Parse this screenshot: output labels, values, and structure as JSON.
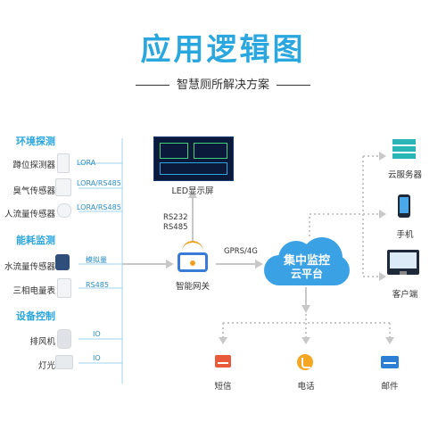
{
  "title": "应用逻辑图",
  "subtitle": "智慧厕所解决方案",
  "sections": {
    "env": "环境探测",
    "energy": "能耗监测",
    "device": "设备控制"
  },
  "devices": [
    {
      "label": "蹲位探测器",
      "proto": "LORA"
    },
    {
      "label": "臭气传感器",
      "proto": "LORA/RS485"
    },
    {
      "label": "人流量传感器",
      "proto": "LORA/RS485"
    },
    {
      "label": "水流量传感器",
      "proto": "模拟量"
    },
    {
      "label": "三相电量表",
      "proto": "RS485"
    },
    {
      "label": "排风机",
      "proto": "IO"
    },
    {
      "label": "灯光",
      "proto": "IO"
    }
  ],
  "led": {
    "label": "LED显示屏",
    "protocols": [
      "RS232",
      "RS485"
    ]
  },
  "gateway": {
    "label": "智能网关",
    "link": "GPRS/4G"
  },
  "cloud": {
    "line1": "集中监控",
    "line2": "云平台"
  },
  "right_nodes": [
    "云服务器",
    "手机",
    "客户端"
  ],
  "bottom_nodes": [
    "短信",
    "电话",
    "邮件"
  ],
  "colors": {
    "accent": "#2aa7de",
    "line": "#c8c8c8",
    "cloud": "#3aa2e4"
  }
}
